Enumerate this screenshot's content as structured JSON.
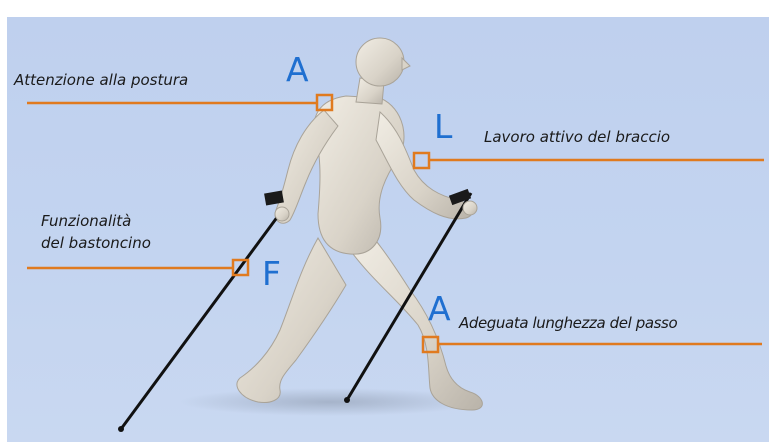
{
  "colors": {
    "accent": "#e07a1f",
    "letters": "#1f6fd0",
    "background": "#c3d4f0"
  },
  "annotations": {
    "posture": {
      "letter": "A",
      "text": "Attenzione alla postura"
    },
    "arm": {
      "letter": "L",
      "text": "Lavoro attivo del braccio"
    },
    "pole": {
      "letter": "F",
      "line1": "Funzionalità",
      "line2": "del bastoncino"
    },
    "stride": {
      "letter": "A",
      "text": "Adeguata lunghezza del passo"
    }
  }
}
